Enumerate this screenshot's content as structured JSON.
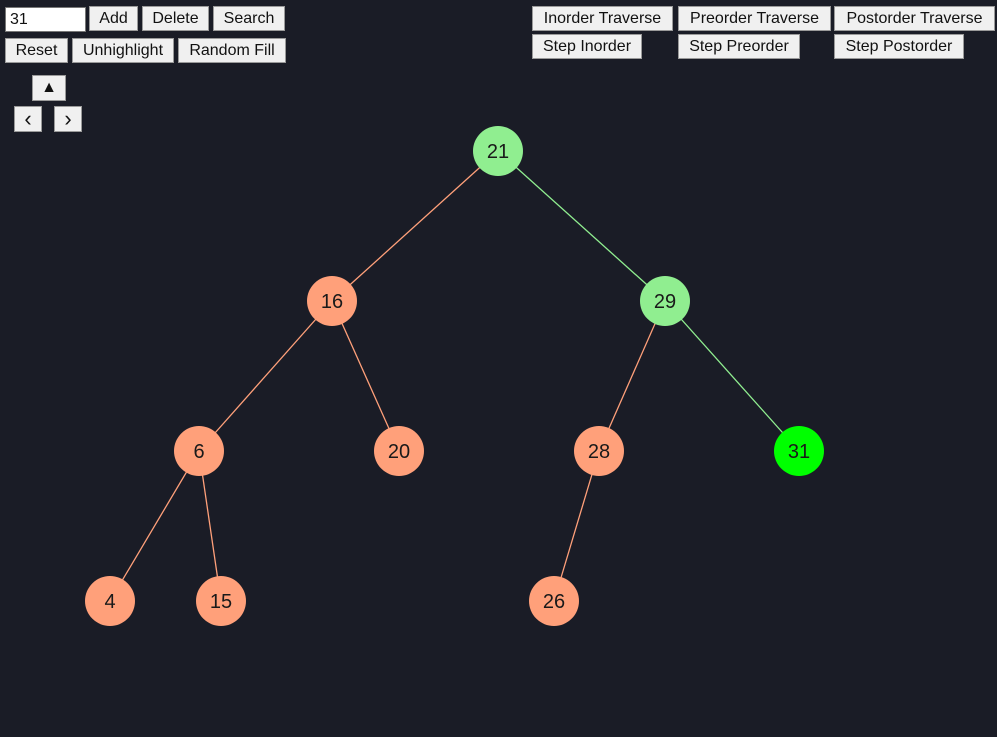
{
  "controls": {
    "input_value": "31",
    "add_label": "Add",
    "delete_label": "Delete",
    "search_label": "Search",
    "reset_label": "Reset",
    "unhighlight_label": "Unhighlight",
    "random_fill_label": "Random Fill"
  },
  "traversal": {
    "inorder_label": "Inorder Traverse",
    "preorder_label": "Preorder Traverse",
    "postorder_label": "Postorder Traverse",
    "step_inorder_label": "Step Inorder",
    "step_preorder_label": "Step Preorder",
    "step_postorder_label": "Step Postorder"
  },
  "navigation": {
    "up_label": "▲",
    "left_label": "‹",
    "right_label": "›"
  },
  "colors": {
    "background": "#1a1c26",
    "node_default": "#ffa07a",
    "node_path": "#90ee90",
    "node_found": "#00ff00",
    "edge_default": "#ffa07a",
    "edge_path": "#90ee90"
  },
  "tree": {
    "nodes": [
      {
        "id": "21",
        "label": "21",
        "state": "path"
      },
      {
        "id": "16",
        "label": "16",
        "state": "default"
      },
      {
        "id": "29",
        "label": "29",
        "state": "path"
      },
      {
        "id": "6",
        "label": "6",
        "state": "default"
      },
      {
        "id": "20",
        "label": "20",
        "state": "default"
      },
      {
        "id": "28",
        "label": "28",
        "state": "default"
      },
      {
        "id": "31",
        "label": "31",
        "state": "found"
      },
      {
        "id": "4",
        "label": "4",
        "state": "default"
      },
      {
        "id": "15",
        "label": "15",
        "state": "default"
      },
      {
        "id": "26",
        "label": "26",
        "state": "default"
      }
    ],
    "edges": [
      {
        "from": "21",
        "to": "16",
        "state": "default"
      },
      {
        "from": "21",
        "to": "29",
        "state": "path"
      },
      {
        "from": "16",
        "to": "6",
        "state": "default"
      },
      {
        "from": "16",
        "to": "20",
        "state": "default"
      },
      {
        "from": "29",
        "to": "28",
        "state": "default"
      },
      {
        "from": "29",
        "to": "31",
        "state": "path"
      },
      {
        "from": "6",
        "to": "4",
        "state": "default"
      },
      {
        "from": "6",
        "to": "15",
        "state": "default"
      },
      {
        "from": "28",
        "to": "26",
        "state": "default"
      }
    ]
  }
}
